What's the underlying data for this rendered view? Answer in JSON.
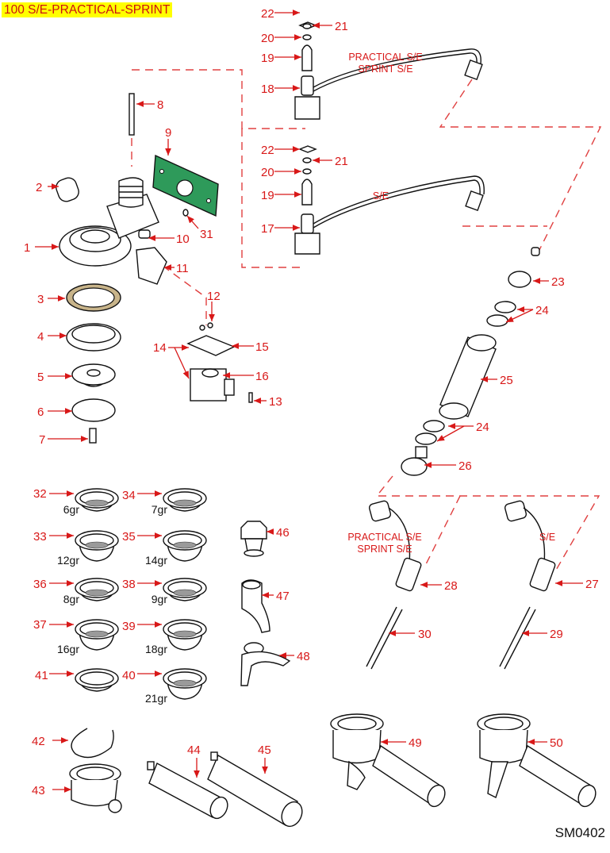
{
  "title": "100 S/E-PRACTICAL-SPRINT",
  "drawing_code": "SM0402",
  "colors": {
    "label": "#d81818",
    "title_bg": "#ffff00",
    "gasket_green": "#2e9a5a",
    "gasket_tan": "#c8b48a",
    "leader_dash": "#e04040"
  },
  "annotations": {
    "top_pipe": "PRACTICAL S/E|SPRINT S/E",
    "mid_pipe": "S/E",
    "left_wand": "PRACTICAL S/E|SPRINT S/E",
    "right_wand": "S/E"
  },
  "parts": [
    {
      "n": "1"
    },
    {
      "n": "2"
    },
    {
      "n": "3"
    },
    {
      "n": "4"
    },
    {
      "n": "5"
    },
    {
      "n": "6"
    },
    {
      "n": "7"
    },
    {
      "n": "8"
    },
    {
      "n": "9"
    },
    {
      "n": "10"
    },
    {
      "n": "11"
    },
    {
      "n": "12"
    },
    {
      "n": "13"
    },
    {
      "n": "14"
    },
    {
      "n": "15"
    },
    {
      "n": "16"
    },
    {
      "n": "17"
    },
    {
      "n": "18"
    },
    {
      "n": "19"
    },
    {
      "n": "19b"
    },
    {
      "n": "20"
    },
    {
      "n": "20b"
    },
    {
      "n": "21"
    },
    {
      "n": "21b"
    },
    {
      "n": "22"
    },
    {
      "n": "22b"
    },
    {
      "n": "23"
    },
    {
      "n": "24"
    },
    {
      "n": "24b"
    },
    {
      "n": "25"
    },
    {
      "n": "26"
    },
    {
      "n": "27"
    },
    {
      "n": "28"
    },
    {
      "n": "29"
    },
    {
      "n": "30"
    },
    {
      "n": "31"
    },
    {
      "n": "32"
    },
    {
      "n": "33"
    },
    {
      "n": "34"
    },
    {
      "n": "35"
    },
    {
      "n": "36"
    },
    {
      "n": "37"
    },
    {
      "n": "38"
    },
    {
      "n": "39"
    },
    {
      "n": "40"
    },
    {
      "n": "41"
    },
    {
      "n": "42"
    },
    {
      "n": "43"
    },
    {
      "n": "44"
    },
    {
      "n": "45"
    },
    {
      "n": "46"
    },
    {
      "n": "47"
    },
    {
      "n": "48"
    },
    {
      "n": "49"
    },
    {
      "n": "50"
    }
  ],
  "labels": {
    "p1": "1",
    "p2": "2",
    "p3": "3",
    "p4": "4",
    "p5": "5",
    "p6": "6",
    "p7": "7",
    "p8": "8",
    "p9": "9",
    "p10": "10",
    "p11": "11",
    "p12": "12",
    "p13": "13",
    "p14": "14",
    "p15": "15",
    "p16": "16",
    "p17": "17",
    "p18": "18",
    "p19a": "19",
    "p19b": "19",
    "p20a": "20",
    "p20b": "20",
    "p21a": "21",
    "p21b": "21",
    "p22a": "22",
    "p22b": "22",
    "p23": "23",
    "p24a": "24",
    "p24b": "24",
    "p25": "25",
    "p26": "26",
    "p27": "27",
    "p28": "28",
    "p29": "29",
    "p30": "30",
    "p31": "31",
    "p32": "32",
    "p33": "33",
    "p34": "34",
    "p35": "35",
    "p36": "36",
    "p37": "37",
    "p38": "38",
    "p39": "39",
    "p40": "40",
    "p41": "41",
    "p42": "42",
    "p43": "43",
    "p44": "44",
    "p45": "45",
    "p46": "46",
    "p47": "47",
    "p48": "48",
    "p49": "49",
    "p50": "50"
  },
  "filter_baskets": [
    {
      "part": "32",
      "dose": "6gr"
    },
    {
      "part": "34",
      "dose": "7gr"
    },
    {
      "part": "33",
      "dose": "12gr"
    },
    {
      "part": "35",
      "dose": "14gr"
    },
    {
      "part": "36",
      "dose": "8gr"
    },
    {
      "part": "38",
      "dose": "9gr"
    },
    {
      "part": "37",
      "dose": "16gr"
    },
    {
      "part": "39",
      "dose": "18gr"
    },
    {
      "part": "41",
      "dose": ""
    },
    {
      "part": "40",
      "dose": "21gr"
    }
  ]
}
